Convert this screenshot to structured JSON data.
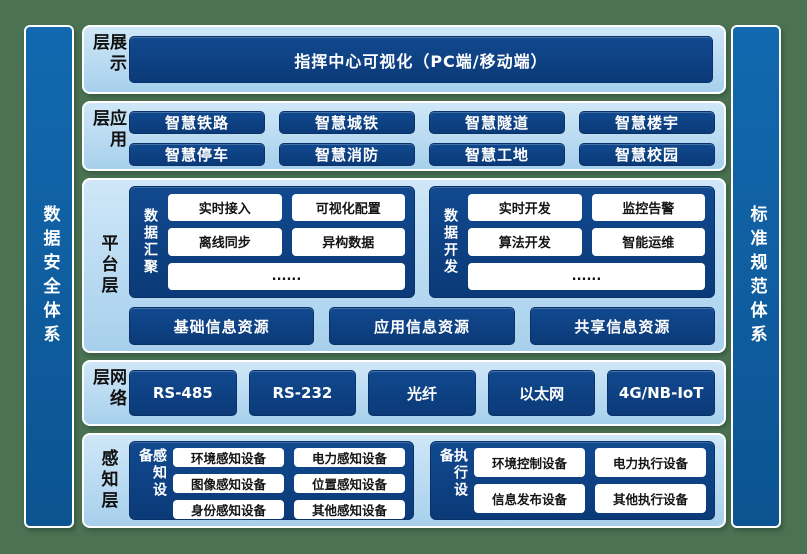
{
  "colors": {
    "background_green": "#4b7253",
    "panel_light_blue": "#b3d7f0",
    "box_navy": "#0c3e82",
    "sidebar_blue": "#0f63a6",
    "text_dark": "#101010",
    "text_white": "#ffffff"
  },
  "sidebars": {
    "left_label": "数据安全体系",
    "right_label": "标准规范体系"
  },
  "layers": {
    "presentation": {
      "label": "展示层",
      "main_box": "指挥中心可视化（PC端/移动端）"
    },
    "application": {
      "label": "应用层",
      "items": [
        "智慧铁路",
        "智慧城铁",
        "智慧隧道",
        "智慧楼宇",
        "智慧停车",
        "智慧消防",
        "智慧工地",
        "智慧校园"
      ]
    },
    "platform": {
      "label": "平台层",
      "groups": [
        {
          "label": "数据汇聚",
          "items": [
            "实时接入",
            "可视化配置",
            "离线同步",
            "异构数据"
          ],
          "more": "......"
        },
        {
          "label": "数据开发",
          "items": [
            "实时开发",
            "监控告警",
            "算法开发",
            "智能运维"
          ],
          "more": "......"
        }
      ],
      "resources": [
        "基础信息资源",
        "应用信息资源",
        "共享信息资源"
      ]
    },
    "network": {
      "label": "网络层",
      "items": [
        "RS-485",
        "RS-232",
        "光纤",
        "以太网",
        "4G/NB-IoT"
      ]
    },
    "perception": {
      "label": "感知层",
      "groups": [
        {
          "label": "感知设备",
          "items": [
            "环境感知设备",
            "电力感知设备",
            "图像感知设备",
            "位置感知设备",
            "身份感知设备",
            "其他感知设备"
          ]
        },
        {
          "label": "执行设备",
          "items": [
            "环境控制设备",
            "电力执行设备",
            "信息发布设备",
            "其他执行设备"
          ]
        }
      ]
    }
  }
}
